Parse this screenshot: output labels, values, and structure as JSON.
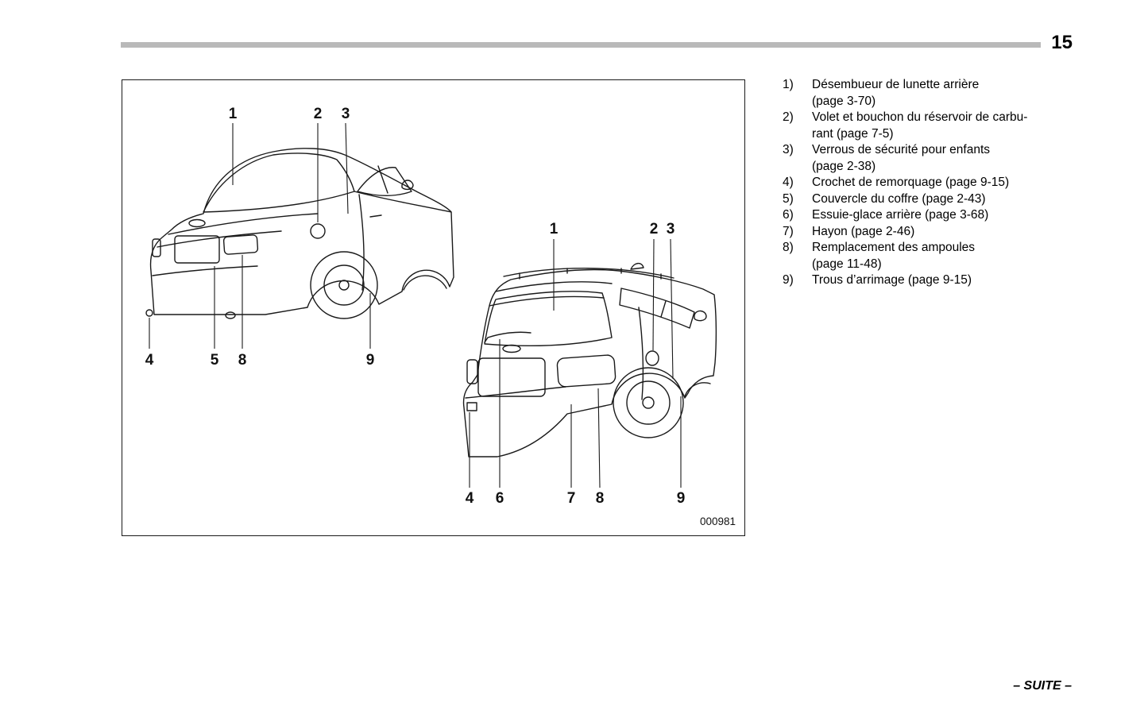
{
  "page": {
    "number": "15",
    "footer": "– SUITE –"
  },
  "figure": {
    "code": "000981",
    "sedan_callouts": [
      "1",
      "2",
      "3",
      "4",
      "5",
      "8",
      "9"
    ],
    "wagon_callouts": [
      "1",
      "2",
      "3",
      "4",
      "6",
      "7",
      "8",
      "9"
    ]
  },
  "legend": {
    "items": [
      {
        "num": "1)",
        "text": "Désembueur de lunette arrière\n(page 3-70)"
      },
      {
        "num": "2)",
        "text": "Volet et bouchon du réservoir de carbu-\nrant (page 7-5)"
      },
      {
        "num": "3)",
        "text": "Verrous de sécurité pour enfants\n(page 2-38)"
      },
      {
        "num": "4)",
        "text": "Crochet de remorquage (page 9-15)"
      },
      {
        "num": "5)",
        "text": "Couvercle du coffre (page 2-43)"
      },
      {
        "num": "6)",
        "text": "Essuie-glace arrière (page 3-68)"
      },
      {
        "num": "7)",
        "text": "Hayon (page 2-46)"
      },
      {
        "num": "8)",
        "text": "Remplacement des ampoules\n(page 11-48)"
      },
      {
        "num": "9)",
        "text": "Trous d’arrimage (page 9-15)"
      }
    ]
  }
}
